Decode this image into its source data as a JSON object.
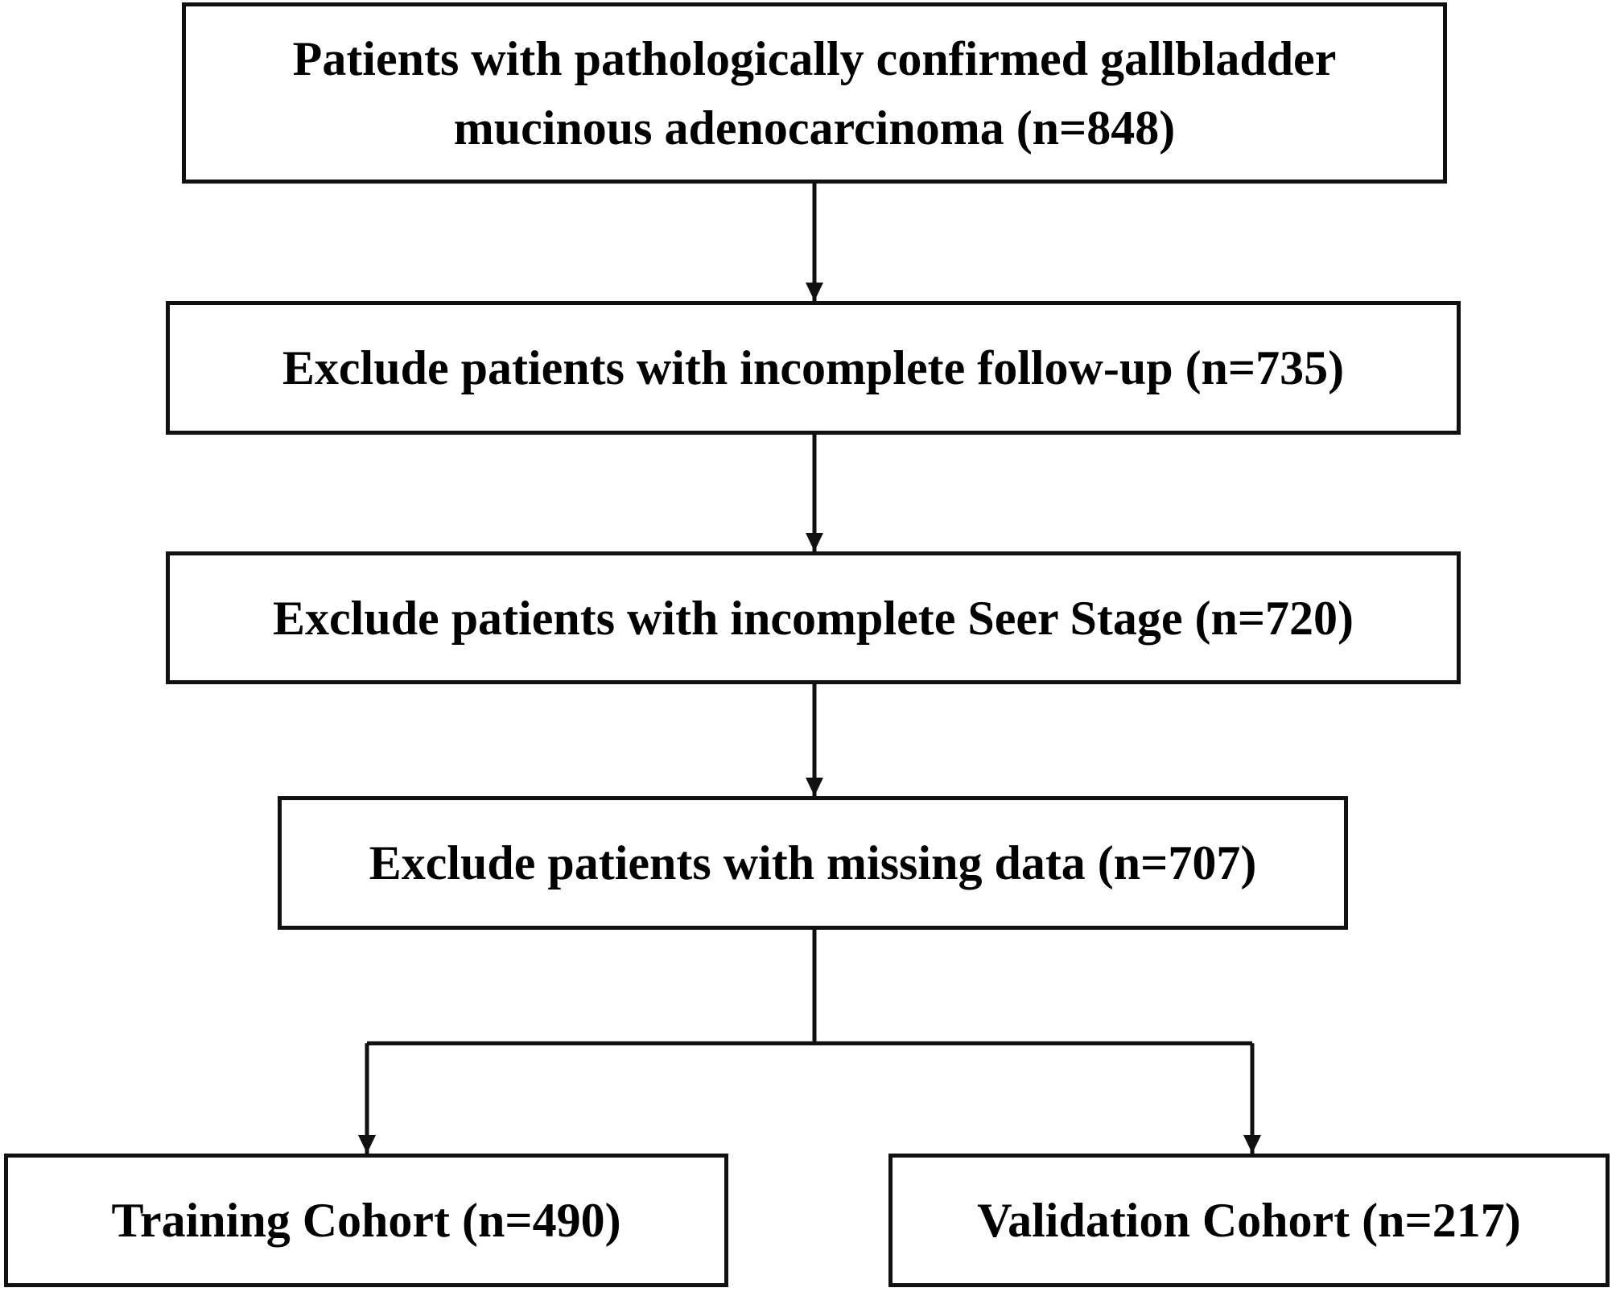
{
  "flowchart": {
    "steps": [
      {
        "line1": "Patients with pathologically confirmed gallbladder",
        "line2": "mucinous adenocarcinoma (n=848)"
      },
      {
        "label": "Exclude patients with incomplete follow-up (n=735)"
      },
      {
        "label": "Exclude patients with incomplete Seer Stage (n=720)"
      },
      {
        "label": "Exclude patients with missing data (n=707)"
      }
    ],
    "outcomes": [
      {
        "label": "Training Cohort (n=490)"
      },
      {
        "label": "Validation Cohort (n=217)"
      }
    ],
    "colors": {
      "line": "#111111",
      "box_border": "#111111",
      "background": "#ffffff"
    }
  }
}
